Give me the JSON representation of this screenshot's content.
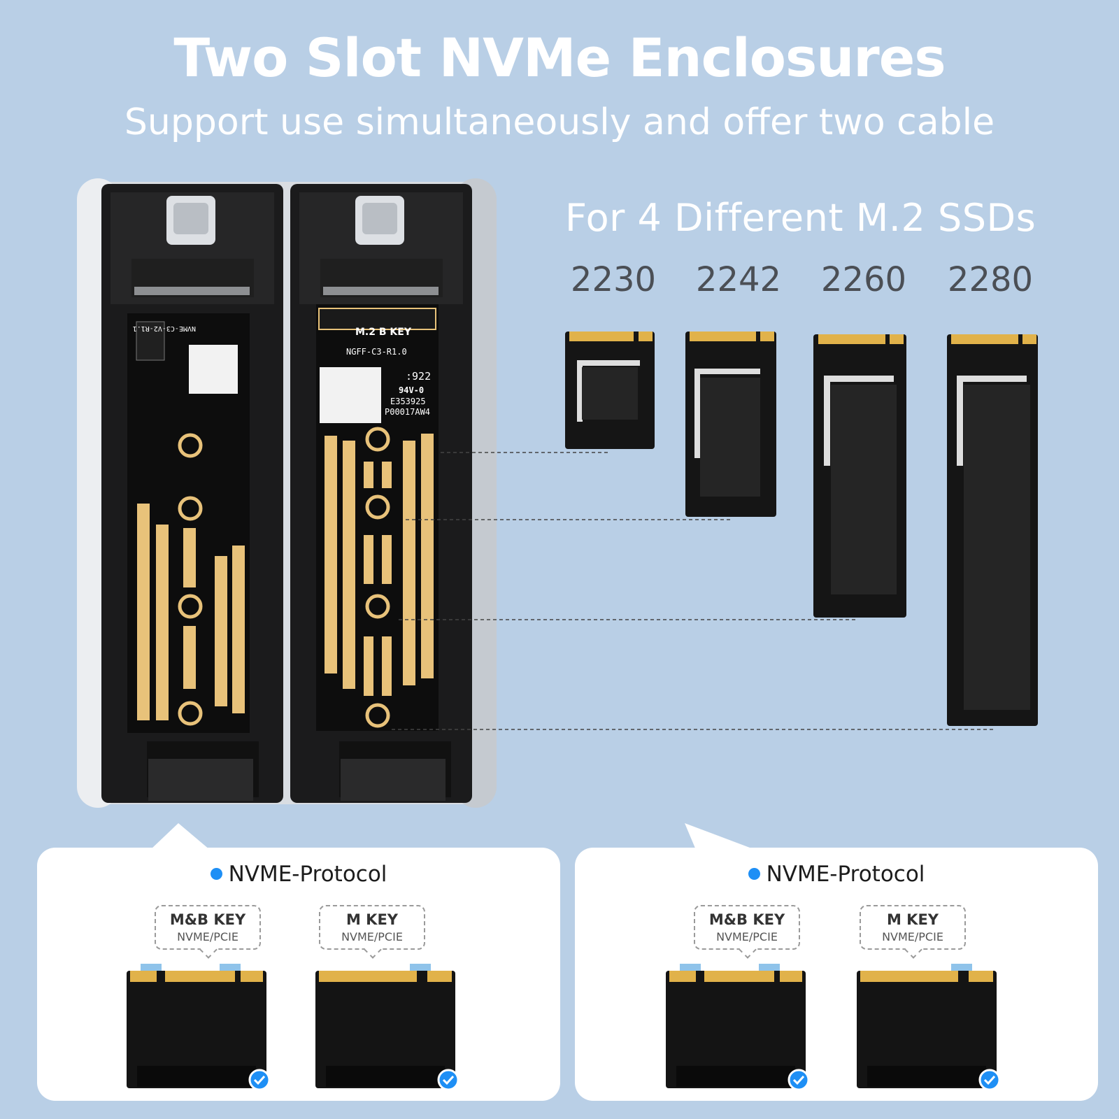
{
  "header": {
    "title": "Two Slot NVMe Enclosures",
    "subtitle": "Support use simultaneously and offer two cable"
  },
  "ssd_section": {
    "heading": "For 4 Different M.2 SSDs",
    "sizes": [
      "2230",
      "2242",
      "2260",
      "2280"
    ]
  },
  "enclosure": {
    "left_board": {
      "label": "NVME-C3-V2-R1.1"
    },
    "right_board": {
      "key_label": "M.2 B KEY",
      "model": "NGFF-C3-R1.0",
      "codes": [
        ":922",
        "94V-0",
        "E353925",
        "P00017AW4"
      ]
    }
  },
  "panels": [
    {
      "protocol": "NVME-Protocol",
      "cards": [
        {
          "key": "M&B KEY",
          "proto": "NVME/PCIE"
        },
        {
          "key": "M KEY",
          "proto": "NVME/PCIE"
        }
      ]
    },
    {
      "protocol": "NVME-Protocol",
      "cards": [
        {
          "key": "M&B KEY",
          "proto": "NVME/PCIE"
        },
        {
          "key": "M KEY",
          "proto": "NVME/PCIE"
        }
      ]
    }
  ],
  "colors": {
    "background": "#b9cfe6",
    "accent": "#1e8ff5",
    "pcb": "#141414",
    "gold": "#e8c27a"
  }
}
